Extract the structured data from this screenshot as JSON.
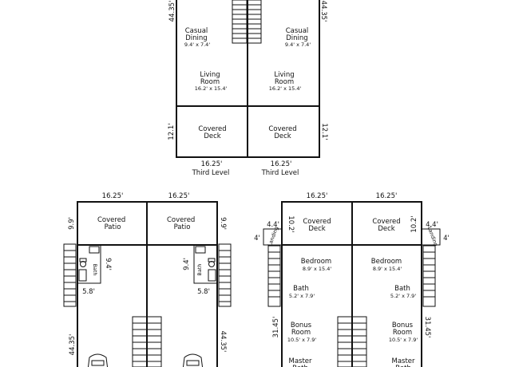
{
  "third_level": {
    "label": "Third Level",
    "casual_dining": {
      "name": "Casual Dining",
      "size": "9.4' x 7.4'"
    },
    "living_room": {
      "name": "Living Room",
      "size": "16.2' x 15.4'"
    },
    "covered_deck": {
      "name": "Covered Deck"
    },
    "dims": {
      "width": "16.25'",
      "depth": "44.35'",
      "deck_depth": "12.1'"
    }
  },
  "second_level": {
    "covered_patio": {
      "name": "Covered Patio"
    },
    "bath": {
      "name": "Bath"
    },
    "dims": {
      "width": "16.25'",
      "patio_depth": "9.9'",
      "bath_width": "5.8'",
      "bath_depth": "9.4'",
      "depth": "44.35'"
    }
  },
  "first_level": {
    "covered_deck": {
      "name": "Covered Deck"
    },
    "landing": {
      "name": "Landing"
    },
    "bedroom": {
      "name": "Bedroom",
      "size": "8.9' x 15.4'"
    },
    "bath": {
      "name": "Bath",
      "size": "5.2' x 7.9'"
    },
    "bonus_room": {
      "name": "Bonus Room",
      "size": "10.5' x 7.9'"
    },
    "master": {
      "name": "Master Bath"
    },
    "dims": {
      "width": "16.25'",
      "landing_width": "4.4'",
      "landing_depth": "4'",
      "deck_depth": "10.2'",
      "depth": "31.45'"
    }
  }
}
